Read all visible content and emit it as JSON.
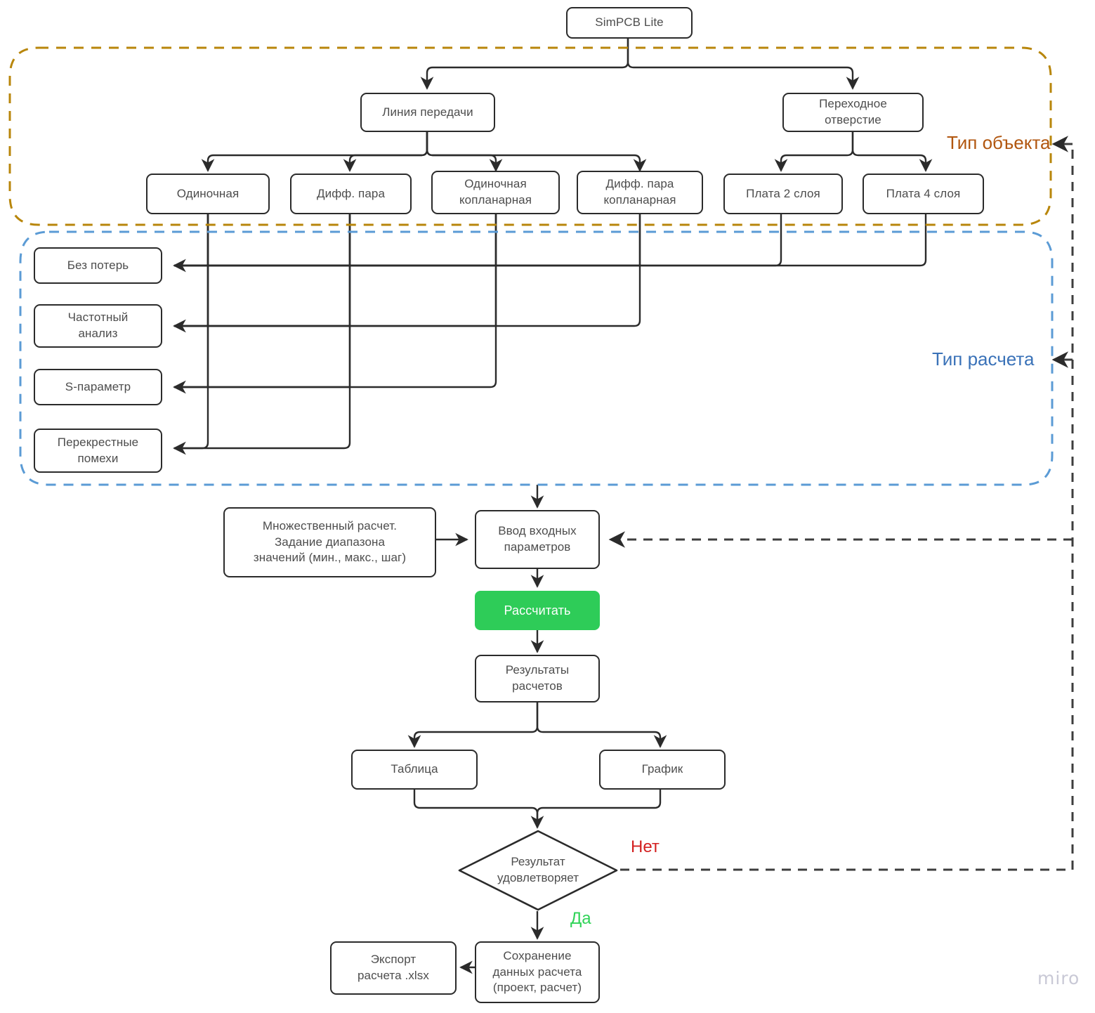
{
  "diagram": {
    "title": "SimPCB Lite",
    "watermark": "miro",
    "colors": {
      "object_group": "#b8860b",
      "object_group_label": "#b1560f",
      "calc_group": "#5b9bd5",
      "calc_group_label": "#3a72b8",
      "calculate_button": "#2ecc58",
      "no_label": "#d32020",
      "yes_label": "#2fd357",
      "stroke": "#2b2b2b",
      "text": "#4d4d4d"
    }
  },
  "nodes": {
    "root": {
      "label": "SimPCB Lite"
    },
    "transmission_line": {
      "label": "Линия передачи"
    },
    "via": {
      "label": "Переходное\nотверстие"
    },
    "single": {
      "label": "Одиночная"
    },
    "diff_pair": {
      "label": "Дифф. пара"
    },
    "single_coplanar": {
      "label": "Одиночная\nкопланарная"
    },
    "diff_pair_coplanar": {
      "label": "Дифф. пара\nкопланарная"
    },
    "board_2_layers": {
      "label": "Плата 2 слоя"
    },
    "board_4_layers": {
      "label": "Плата 4 слоя"
    },
    "lossless": {
      "label": "Без потерь"
    },
    "frequency_analysis": {
      "label": "Частотный\nанализ"
    },
    "s_parameter": {
      "label": "S-параметр"
    },
    "crosstalk": {
      "label": "Перекрестные\nпомехи"
    },
    "multiple_calc": {
      "label": "Множественный расчет.\nЗадание диапазона\nзначений (мин., макс., шаг)"
    },
    "input_params": {
      "label": "Ввод входных\nпараметров"
    },
    "calculate": {
      "label": "Рассчитать"
    },
    "results": {
      "label": "Результаты\nрасчетов"
    },
    "table": {
      "label": "Таблица"
    },
    "chart": {
      "label": "График"
    },
    "decision": {
      "label": "Результат\nудовлетворяет"
    },
    "save_data": {
      "label": "Сохранение\nданных расчета\n(проект, расчет)"
    },
    "export": {
      "label": "Экспорт\nрасчета .xlsx"
    }
  },
  "groups": {
    "object_type": {
      "label": "Тип объекта"
    },
    "calc_type": {
      "label": "Тип расчета"
    }
  },
  "flow_labels": {
    "no": "Нет",
    "yes": "Да"
  }
}
